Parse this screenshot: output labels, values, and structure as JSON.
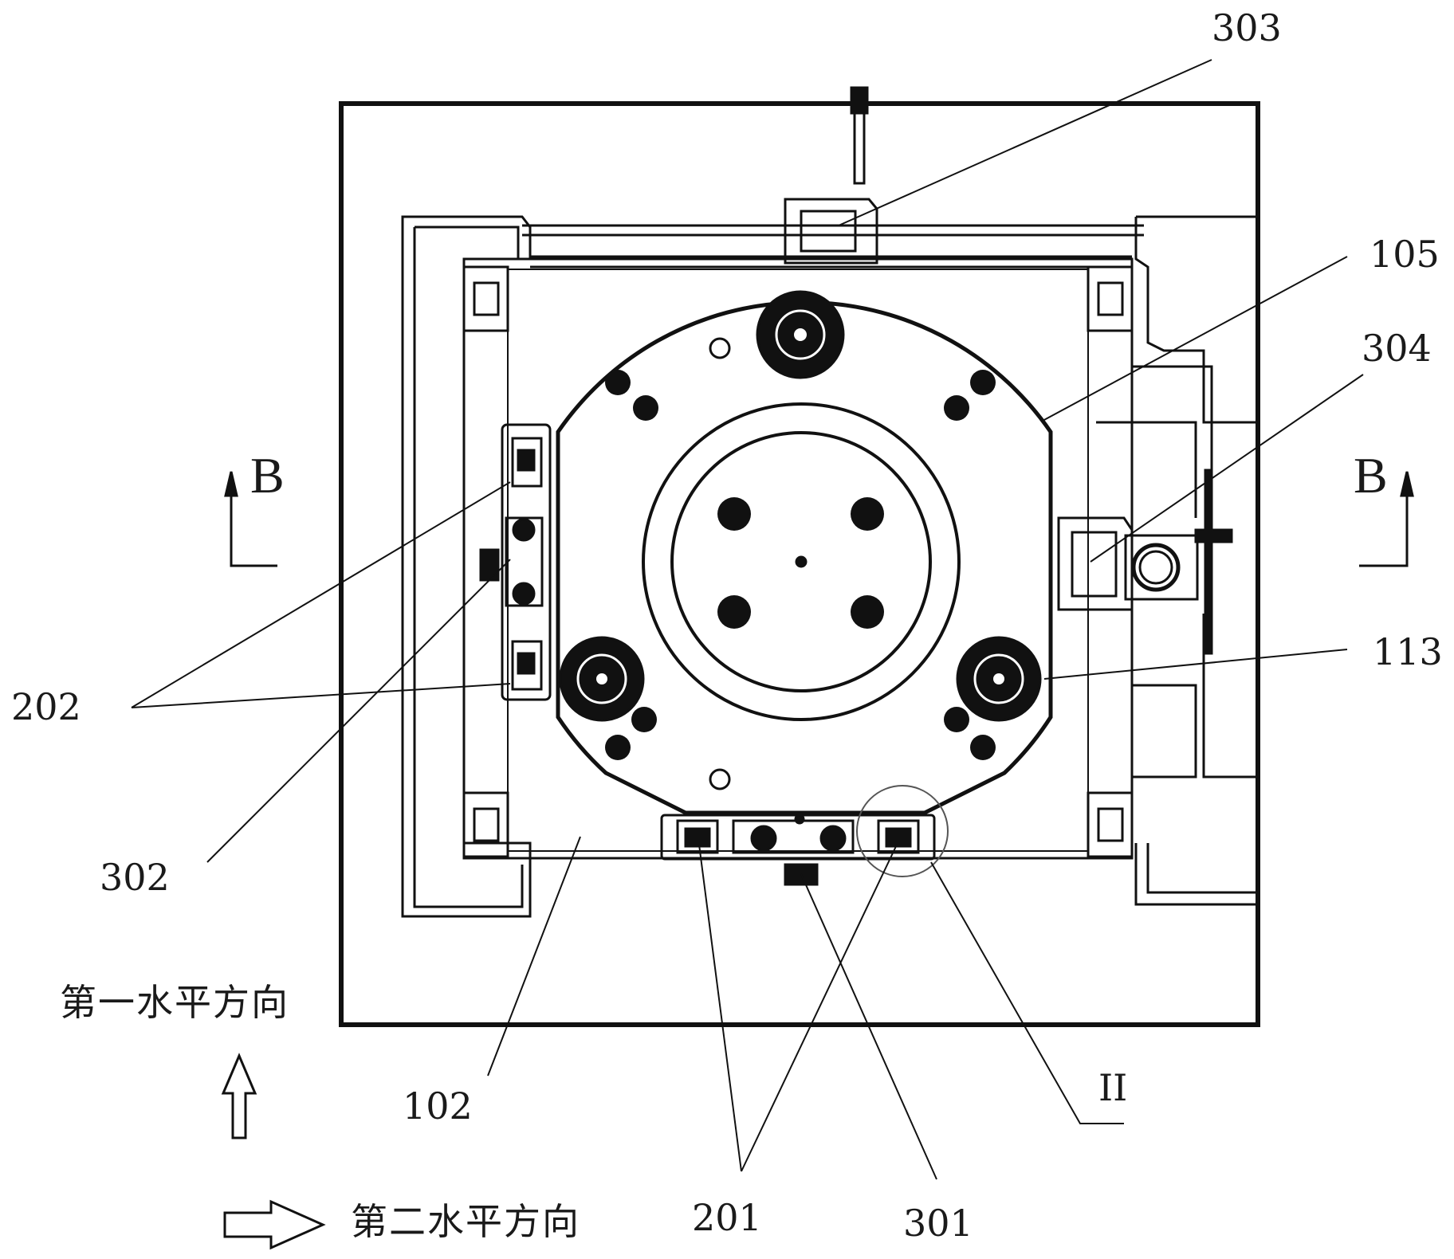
{
  "labels": {
    "l303": "303",
    "l105": "105",
    "l304": "304",
    "l113": "113",
    "l202": "202",
    "l302": "302",
    "l102": "102",
    "lII": "II",
    "l201": "201",
    "l301": "301",
    "sectionLeft": "B",
    "sectionRight": "B",
    "dirFirst": "第一水平方向",
    "dirSecond": "第二水平方向"
  }
}
